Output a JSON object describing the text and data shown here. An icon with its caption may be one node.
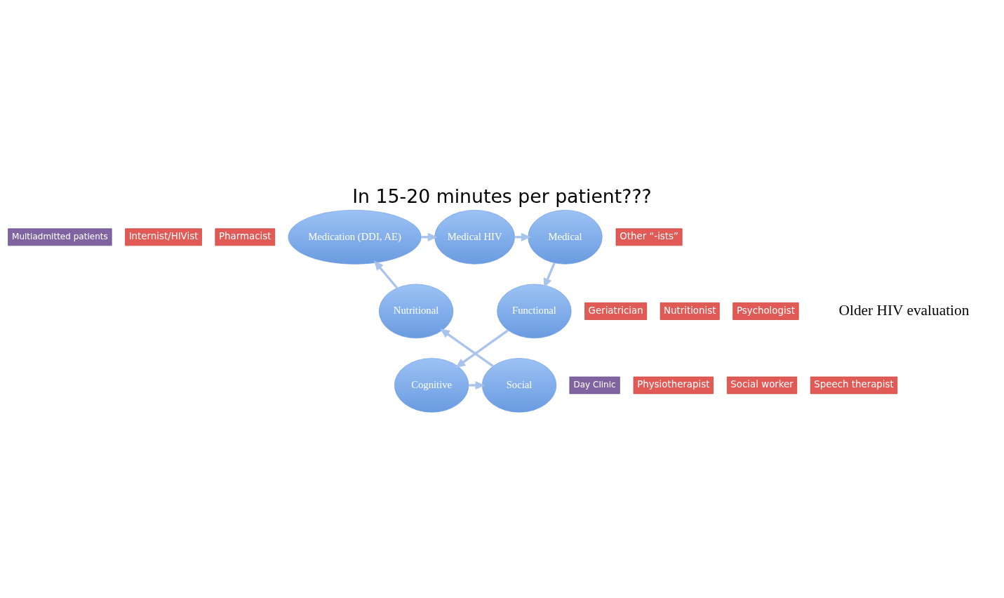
{
  "diagram": {
    "title": "In 15-20 minutes per patient???",
    "nodes": [
      {
        "text": [
          "Multiadmitted patients"
        ]
      },
      {
        "text": [
          "Internist/HIVist"
        ]
      },
      {
        "text": [
          "Pharmacist"
        ]
      },
      {
        "text": [
          "Medical HIV"
        ]
      },
      {
        "text": [
          "Other “-ists”"
        ]
      },
      {
        "text": [
          "Medication (DDI, AE)"
        ]
      },
      {
        "text": [
          "Medical"
        ]
      },
      {
        "text": [
          "Geriatrician"
        ]
      },
      {
        "text": [
          "Nutritional"
        ]
      },
      {
        "text": [
          "Functional"
        ]
      },
      {
        "text": [
          "Nutritionist"
        ]
      },
      {
        "text": [
          "Psychologist"
        ]
      },
      {
        "text": [
          "Day Clinic"
        ]
      },
      {
        "text": [
          "Physiotherapist"
        ]
      },
      {
        "text": [
          "Social"
        ]
      },
      {
        "text": [
          "Cognitive"
        ]
      },
      {
        "text": [
          "Social worker"
        ]
      },
      {
        "text": [
          "Speech therapist"
        ]
      }
    ],
    "edges": [
      {
        "from": 5,
        "to": 3,
        "arrow": "to"
      },
      {
        "from": 3,
        "to": 6,
        "arrow": "to"
      },
      {
        "from": 6,
        "to": 9,
        "arrow": "to"
      },
      {
        "from": 9,
        "to": 15,
        "arrow": "to"
      },
      {
        "from": 15,
        "to": 14,
        "arrow": "to"
      },
      {
        "from": 14,
        "to": 8,
        "arrow": "to"
      },
      {
        "from": 8,
        "to": 5,
        "arrow": "to"
      }
    ],
    "labels": [
      "Older HIV evaluation"
    ]
  }
}
